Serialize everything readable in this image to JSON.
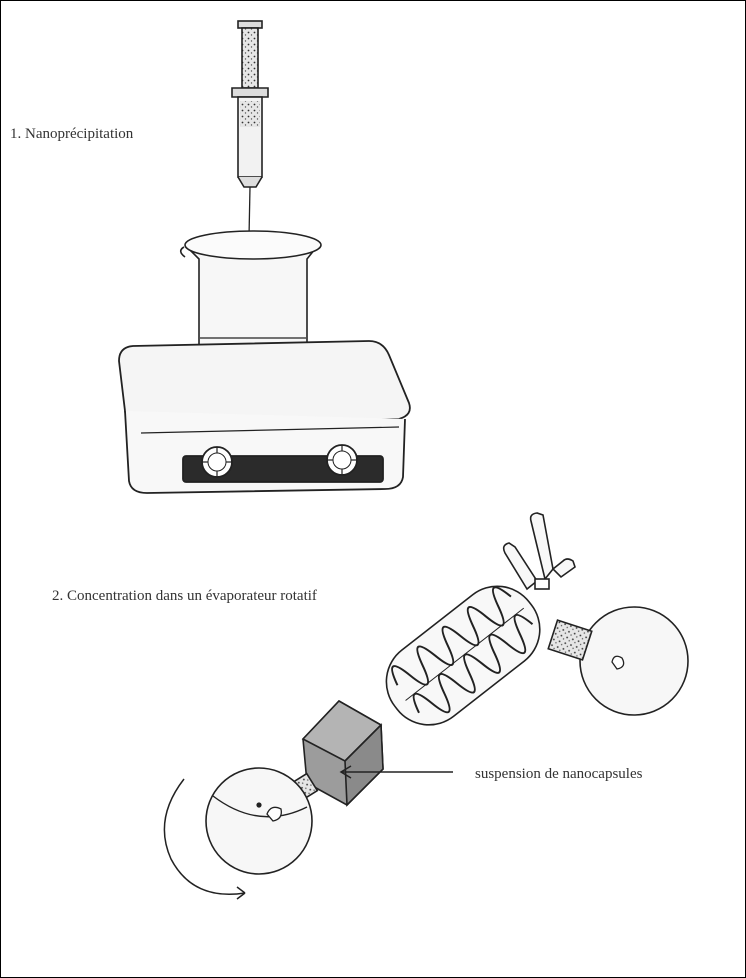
{
  "labels": {
    "step1": "1. Nanoprécipitation",
    "step2": "2. Concentration dans un évaporateur rotatif",
    "suspension": "suspension de nanocapsules"
  },
  "colors": {
    "line": "#222222",
    "glass_fill": "#f4f4f4",
    "dark_bar": "#2b2b2b",
    "motor_grey": "#9c9c9c"
  }
}
